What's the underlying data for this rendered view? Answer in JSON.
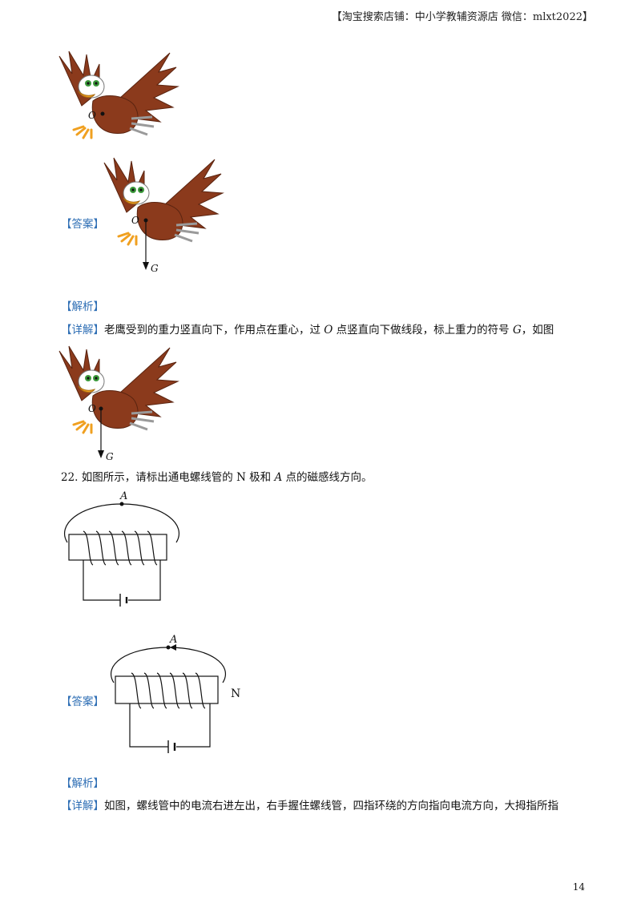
{
  "header": {
    "shop_text": "【淘宝搜索店铺：中小学教辅资源店  微信：mlxt2022】"
  },
  "q21": {
    "figure_labels": {
      "point": "O",
      "force": "G"
    },
    "answer_tag": "【答案】",
    "analysis_tag": "【解析】",
    "detail_tag": "【详解】",
    "detail_parts": [
      "老鹰受到的重力竖直向下，作用点在重心，过 ",
      "O",
      " 点竖直向下做线段，标上重力的符号 ",
      "G",
      "，如图"
    ]
  },
  "q22": {
    "number": "22.",
    "question_parts": [
      " 如图所示，请标出通电螺线管的 N 极和 ",
      "A",
      " 点的磁感线方向。"
    ],
    "labels": {
      "point": "A",
      "pole": "N"
    },
    "answer_tag": "【答案】",
    "analysis_tag": "【解析】",
    "detail_tag": "【详解】",
    "detail_text": "如图，螺线管中的电流右进左出，右手握住螺线管，四指环绕的方向指向电流方向，大拇指所指"
  },
  "footer": {
    "page_number": "14"
  },
  "colors": {
    "accent": "#2f6fb5",
    "eagle_body": "#8B3A1C",
    "eagle_dark": "#5a2410",
    "beak": "#f0a020"
  }
}
